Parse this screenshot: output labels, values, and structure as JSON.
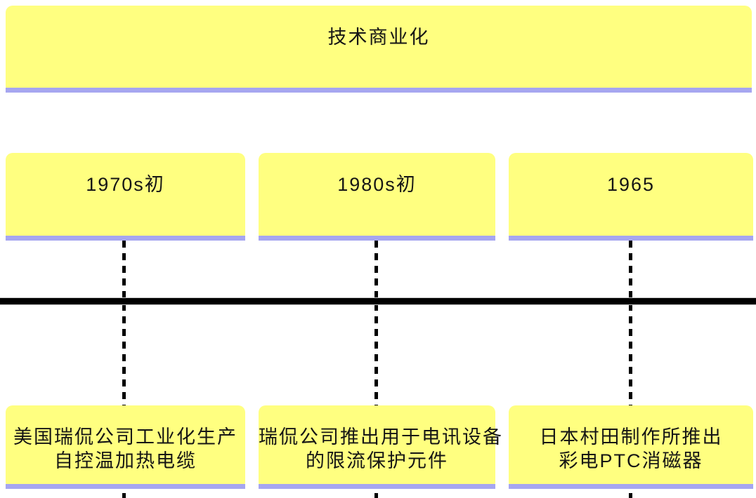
{
  "page": {
    "background_color": "#ffffff"
  },
  "timeline": {
    "title": "技术商业化",
    "colors": {
      "box_fill": "#ffff80",
      "box_underline": "#a6a6f0",
      "axis_color": "#000000",
      "text_color": "#151515"
    },
    "columns": [
      {
        "period": "1970s初",
        "event_line1": "美国瑞侃公司工业化生产",
        "event_line2": "自控温加热电缆",
        "event_full": "美国瑞侃公司工业化生产自控温加热电缆"
      },
      {
        "period": "1980s初",
        "event_line1": "瑞侃公司推出用于电讯设备",
        "event_line2": "的限流保护元件",
        "event_full": "瑞侃公司推出用于电讯设备的限流保护元件"
      },
      {
        "period": "1965",
        "event_line1": "日本村田制作所推出",
        "event_line2": "彩电PTC消磁器",
        "event_full": "日本村田制作所推出彩电PTC消磁器"
      }
    ]
  }
}
